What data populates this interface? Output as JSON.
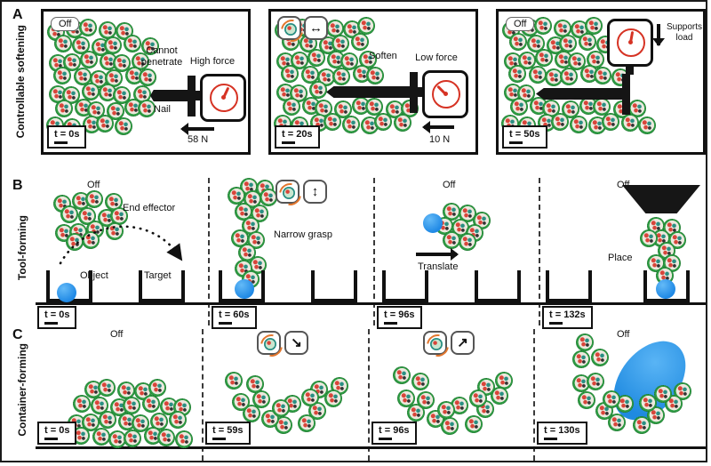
{
  "colors": {
    "accent_blue": "#2b9bf0",
    "gauge_red": "#d63324",
    "robot_green": "#2f9e44"
  },
  "rows": {
    "A": {
      "letter": "A",
      "side_label": "Controllable softening",
      "p1": {
        "mode": "Off",
        "note": "Cannot penetrate",
        "force": "High force",
        "nail": "Nail",
        "newtons": "58 N",
        "time": "t = 0s"
      },
      "p2": {
        "action": "Soften",
        "force": "Low force",
        "newtons": "10 N",
        "time": "t = 20s"
      },
      "p3": {
        "mode": "Off",
        "note": "Supports load",
        "time": "t = 50s"
      }
    },
    "B": {
      "letter": "B",
      "side_label": "Tool-forming",
      "p1": {
        "mode": "Off",
        "effector": "End effector",
        "object": "Object",
        "target": "Target",
        "time": "t = 0s"
      },
      "p2": {
        "action": "Narrow grasp",
        "time": "t = 60s"
      },
      "p3": {
        "mode": "Off",
        "action": "Translate",
        "time": "t = 96s"
      },
      "p4": {
        "mode": "Off",
        "action": "Place",
        "time": "t = 132s"
      }
    },
    "C": {
      "letter": "C",
      "side_label": "Container-forming",
      "p1": {
        "mode": "Off",
        "time": "t = 0s"
      },
      "p2": {
        "time": "t = 59s"
      },
      "p3": {
        "time": "t = 96s"
      },
      "p4": {
        "mode": "Off",
        "time": "t = 130s"
      }
    }
  },
  "icons": {
    "horizontal_shake": "↔",
    "vertical_shake": "↕",
    "diagonal_shake_down": "↘",
    "diagonal_shake_up": "↗"
  }
}
